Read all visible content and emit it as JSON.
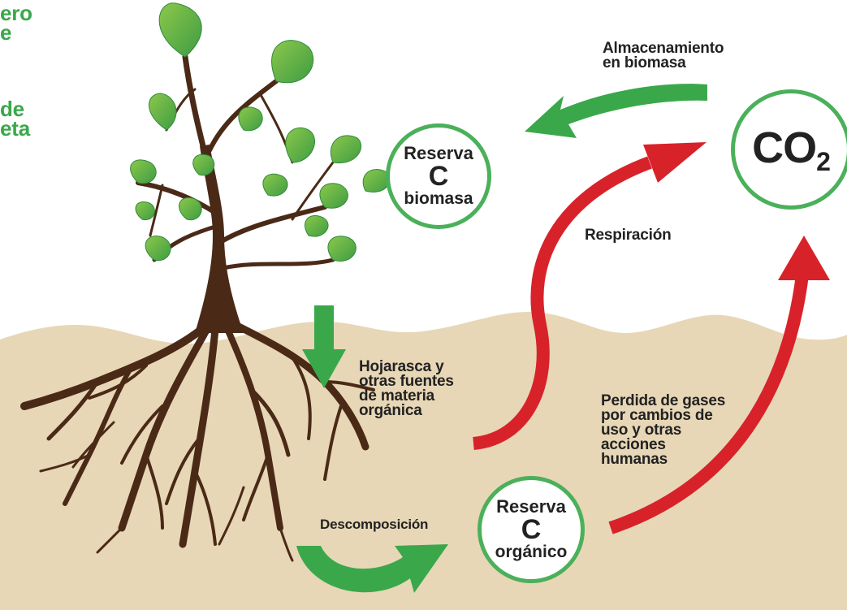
{
  "side_text": [
    "ero",
    "e",
    "de",
    "eta"
  ],
  "reserve_biomass": {
    "line1": "Reserva",
    "line2": "C",
    "line3": "biomasa"
  },
  "reserve_organic": {
    "line1": "Reserva",
    "line2": "C",
    "line3": "orgánico"
  },
  "co2": {
    "main": "CO",
    "sub": "2"
  },
  "labels": {
    "storage": [
      "Almacenamiento",
      "en biomasa"
    ],
    "respiration": "Respiración",
    "litter": [
      "Hojarasca y",
      "otras fuentes",
      "de materia",
      "orgánica"
    ],
    "loss": [
      "Perdida de gases",
      "por cambios de",
      "uso y otras",
      "acciones",
      "humanas"
    ],
    "decomposition": "Descomposición"
  },
  "colors": {
    "green": "#3aa84a",
    "red": "#d8222a",
    "soil": "#e7d7b6",
    "trunk": "#4a2a17",
    "leaf": "#59b04a"
  }
}
